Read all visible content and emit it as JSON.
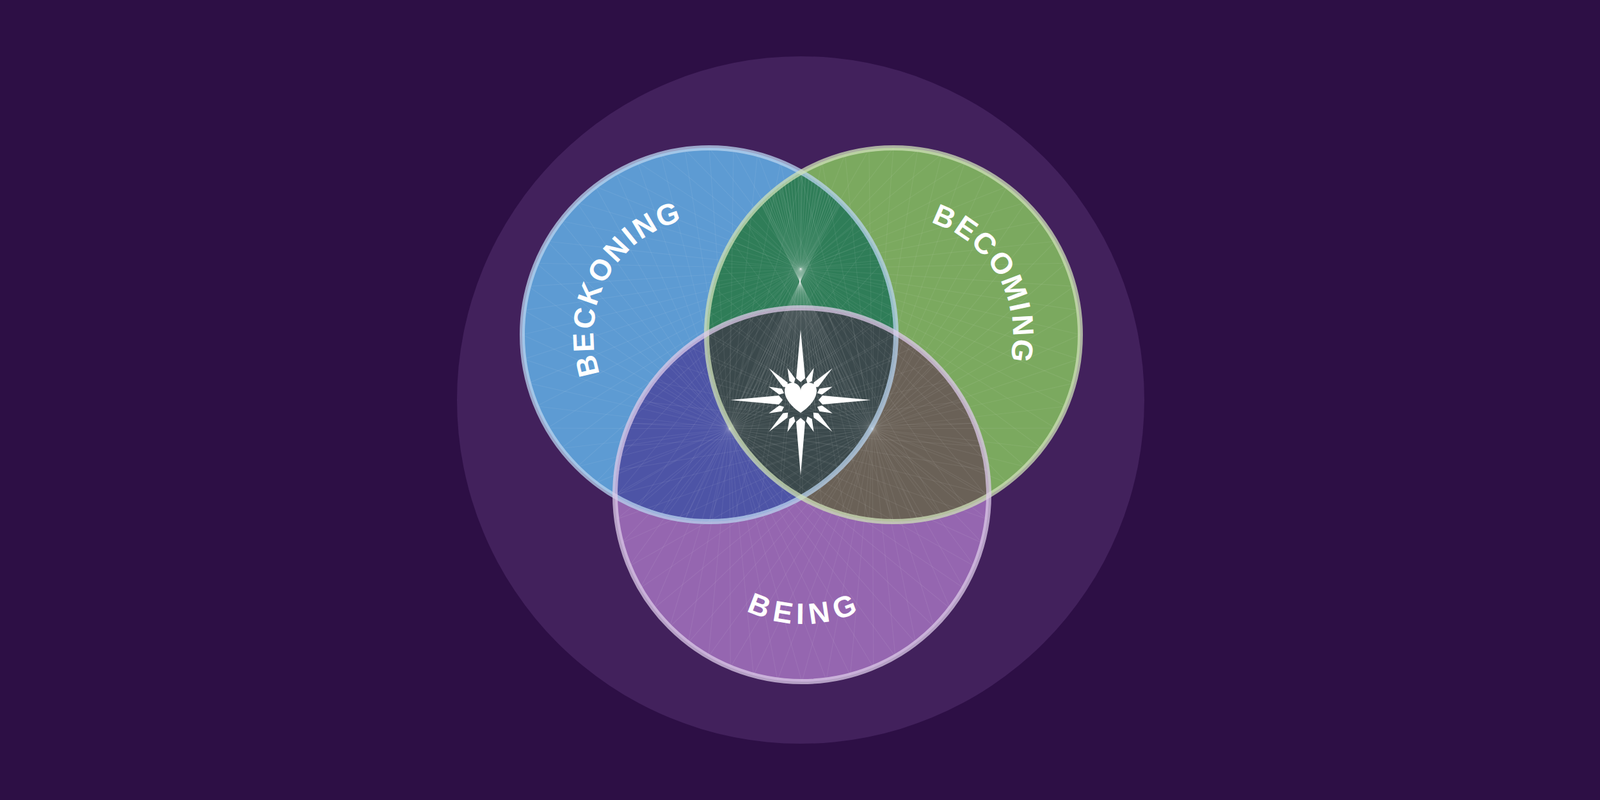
{
  "diagram": {
    "nodes": [
      {
        "text": [
          "BECKONING"
        ]
      },
      {
        "text": [
          "BECOMING"
        ]
      },
      {
        "text": [
          "BEING"
        ]
      }
    ]
  }
}
